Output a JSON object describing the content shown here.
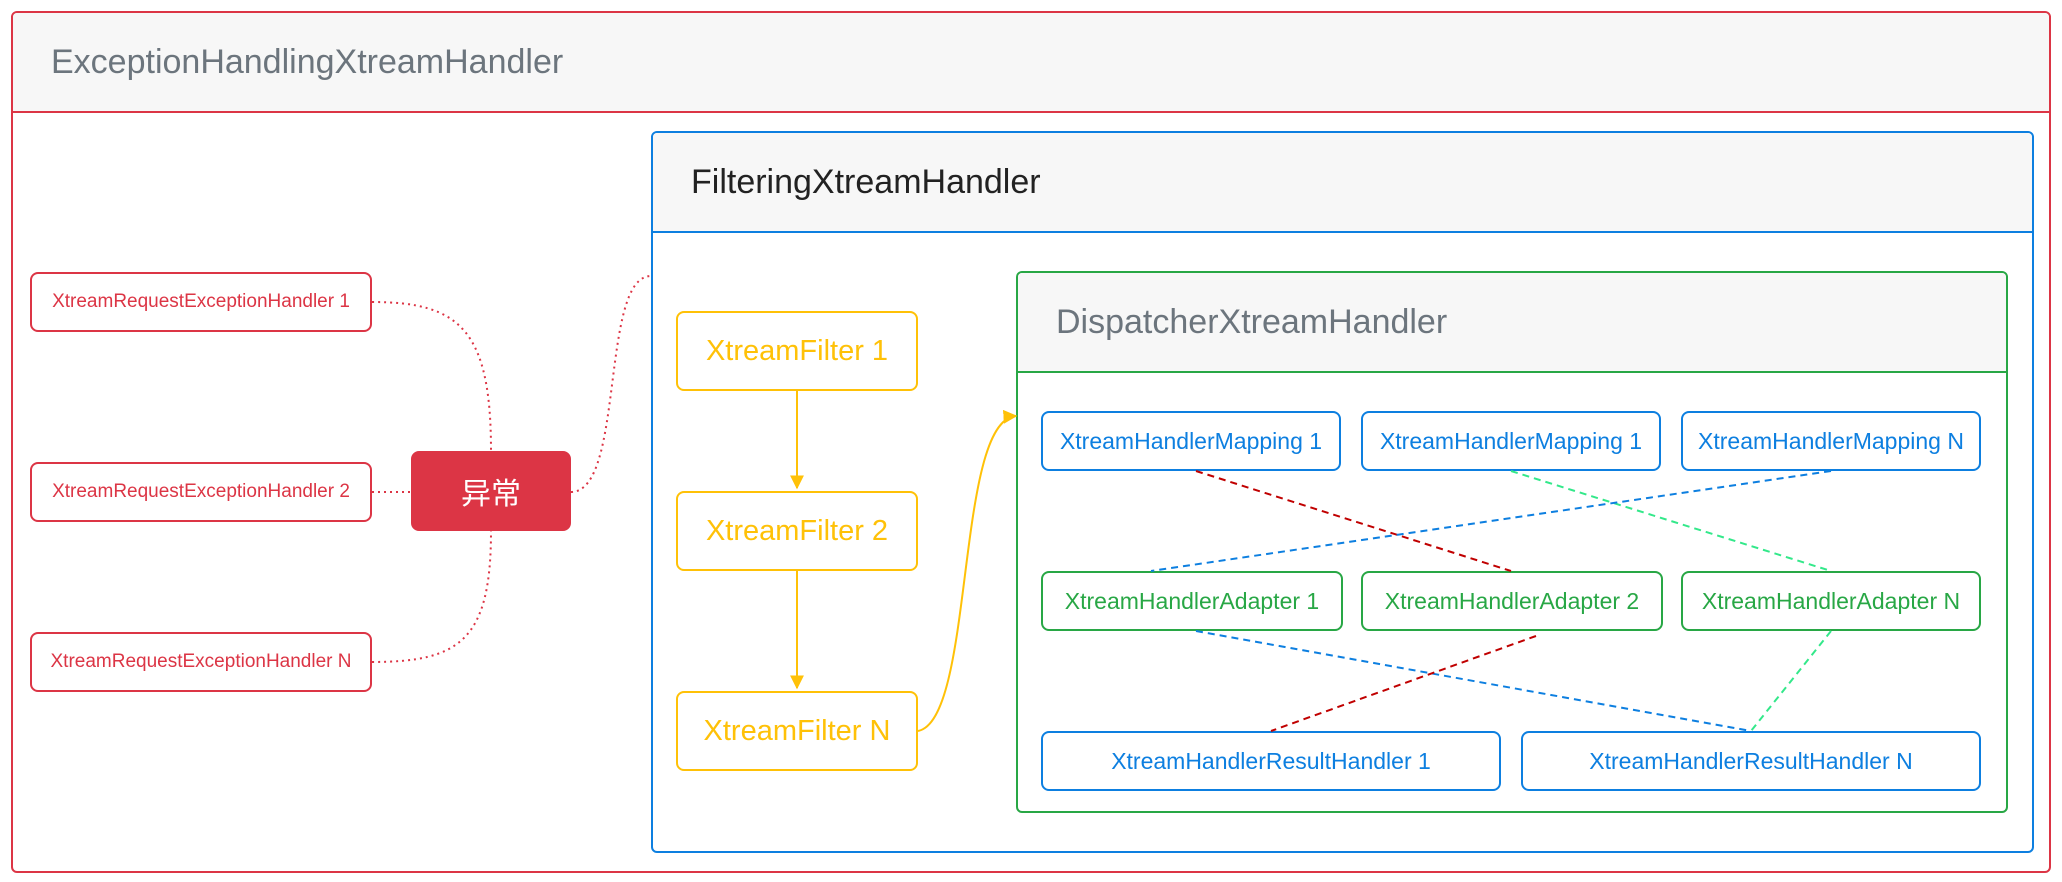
{
  "colors": {
    "red": "#dc3545",
    "blue": "#0d7fe0",
    "green": "#28a745",
    "yellow": "#ffc107",
    "gray_text": "#6c757d",
    "header_bg": "#f7f7f7",
    "mint": "#33e88a",
    "dark_red": "#c00000"
  },
  "outer": {
    "title": "ExceptionHandlingXtreamHandler"
  },
  "exception_handlers": [
    "XtreamRequestExceptionHandler 1",
    "XtreamRequestExceptionHandler 2",
    "XtreamRequestExceptionHandler N"
  ],
  "exception_node": {
    "label": "异常"
  },
  "filtering": {
    "title": "FilteringXtreamHandler"
  },
  "filters": [
    "XtreamFilter 1",
    "XtreamFilter 2",
    "XtreamFilter N"
  ],
  "dispatcher": {
    "title": "DispatcherXtreamHandler"
  },
  "mappings": [
    "XtreamHandlerMapping 1",
    "XtreamHandlerMapping 1",
    "XtreamHandlerMapping N"
  ],
  "adapters": [
    "XtreamHandlerAdapter 1",
    "XtreamHandlerAdapter 2",
    "XtreamHandlerAdapter N"
  ],
  "result_handlers": [
    "XtreamHandlerResultHandler 1",
    "XtreamHandlerResultHandler N"
  ]
}
